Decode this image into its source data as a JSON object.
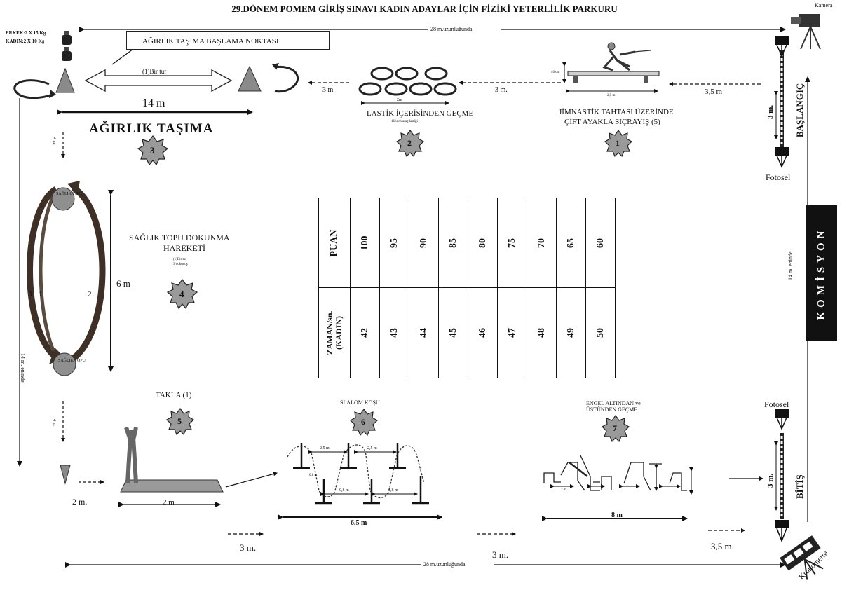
{
  "title": "29.DÖNEM POMEM GİRİŞ SINAVI KADIN ADAYLAR İÇİN FİZİKİ YETERLİLİK PARKURU",
  "weights_note": {
    "erkek": "ERKEK:2 X 15 Kg",
    "kadin": "KADIN:2 X 10 Kg"
  },
  "start_box": "AĞIRLIK TAŞIMA BAŞLAMA NOKTASI",
  "top_length": "28 m.uzunluğunda",
  "bottom_length": "28 m.uzunluğunda",
  "stations": [
    {
      "number": "1",
      "label_line1": "JİMNASTİK TAHTASI ÜZERİNDE",
      "label_line2": "ÇİFT AYAKLA SIÇRAYIŞ (5)"
    },
    {
      "number": "2",
      "label": "LASTİK İÇERİSİNDEN GEÇME",
      "sub": "16 inch araç lastiği"
    },
    {
      "number": "3",
      "label": "AĞIRLIK TAŞIMA"
    },
    {
      "number": "4",
      "label_line1": "SAĞLIK TOPU DOKUNMA",
      "label_line2": "HAREKETİ",
      "sub1": "(1)Bir tur",
      "sub2": "3 dokunuş"
    },
    {
      "number": "5",
      "label": "TAKLA (1)"
    },
    {
      "number": "6",
      "label": "SLALOM KOŞU"
    },
    {
      "number": "7",
      "label_line1": "ENGEL ALTINDAN ve",
      "label_line2": "ÜSTÜNDEN GEÇME"
    }
  ],
  "dimensions": {
    "one_lap": "(1)Bir tur",
    "weight_distance": "14 m",
    "tires_width": "2m",
    "board_height": "40 cm",
    "board_length": "2,5 m",
    "gap_3m_a": "3 m",
    "gap_3m_b": "3 m.",
    "gap_35": "3,5 m",
    "gap_4m": "4 m.",
    "gap_4m_b": "4 m.",
    "ball_distance": "6 m",
    "side_14": "14 m. eninde",
    "right_14": "14 m. eninde",
    "gap_2m": "2 m.",
    "mat": "2 m",
    "slalom_width": "6,5 m",
    "slalom_25a": "2,5 m",
    "slalom_25b": "2,5 m",
    "slalom_seg": "0,8 m",
    "slalom_seg_b": "0,8 m",
    "slalom_seg_c": "0,8 m",
    "hurdles_width": "8 m",
    "hurdle_gap": "2 m",
    "bottom_3m_a": "3 m.",
    "bottom_3m_b": "3 m.",
    "bottom_35": "3,5 m.",
    "start_zone": "3 m.",
    "finish_zone": "3 m."
  },
  "ball_labels": {
    "ball": "SAĞLIK TOPU",
    "n1": "1",
    "n2": "2",
    "n3": "3"
  },
  "start_label": "BAŞLANGIÇ",
  "finish_label": "BİTİŞ",
  "fotosel_top": "Fotosel",
  "fotosel_bottom": "Fotosel",
  "kamera": "Kamera",
  "kronometre": "Kronometre",
  "komisyon": "KOMİSYON",
  "score_table": {
    "row1_header": "PUAN",
    "row2_header_line1": "ZAMAN/sn.",
    "row2_header_line2": "(KADIN)",
    "points": [
      "100",
      "95",
      "90",
      "85",
      "80",
      "75",
      "70",
      "65",
      "60"
    ],
    "times": [
      "42",
      "43",
      "44",
      "45",
      "46",
      "47",
      "48",
      "49",
      "50"
    ]
  }
}
